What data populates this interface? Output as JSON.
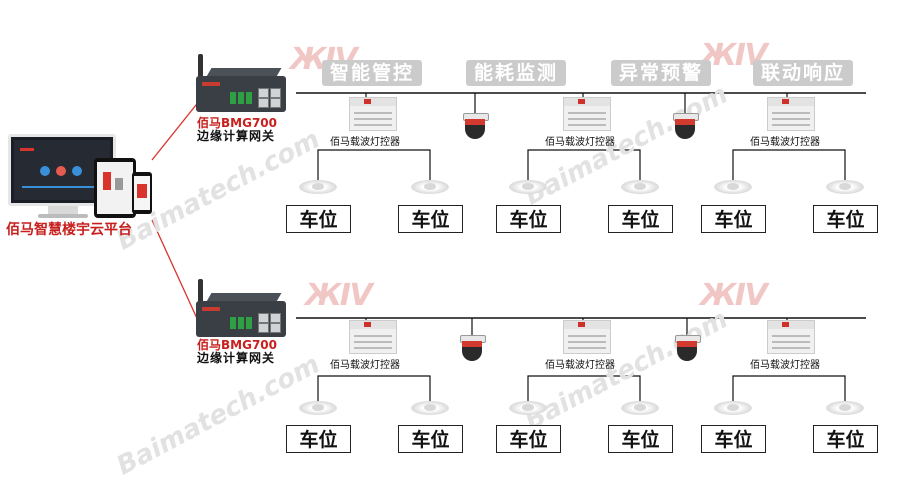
{
  "platform": {
    "name": "佰马智慧楼宇云平台"
  },
  "gateways": [
    {
      "name": "佰马BMG700",
      "subtitle": "边缘计算网关"
    },
    {
      "name": "佰马BMG700",
      "subtitle": "边缘计算网关"
    }
  ],
  "functions": [
    "智能管控",
    "能耗监测",
    "异常预警",
    "联动响应"
  ],
  "controller_label": "佰马载波灯控器",
  "slot_label": "车位",
  "watermark": "Baimatech.com",
  "colors": {
    "brand_red": "#c7201e",
    "tag_bg": "#cbcbcb",
    "line": "#111111"
  }
}
